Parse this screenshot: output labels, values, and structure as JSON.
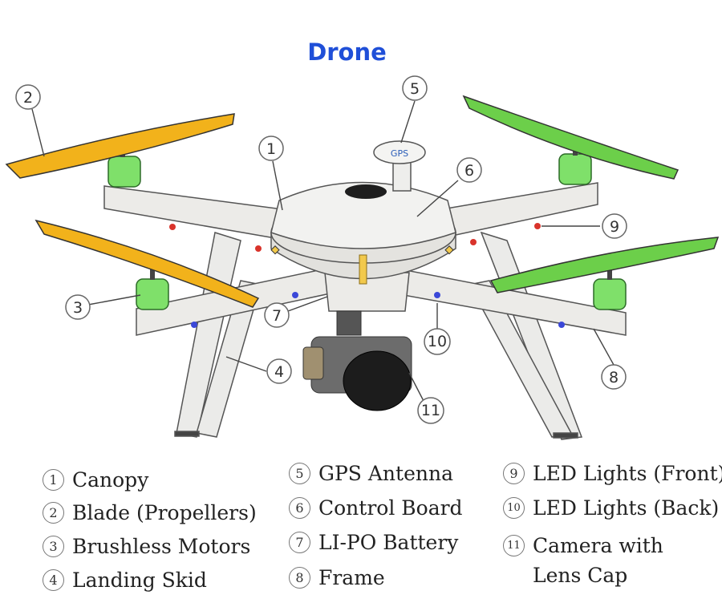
{
  "title": "Drone",
  "gps_label": "GPS",
  "colors": {
    "title": "#1f4fd8",
    "blade_front": "#f2b21b",
    "blade_back": "#6ccf4a",
    "motor": "#7fe06a",
    "frame": "#e6e6e4"
  },
  "callouts": [
    "1",
    "2",
    "3",
    "4",
    "5",
    "6",
    "7",
    "8",
    "9",
    "10",
    "11"
  ],
  "legend": [
    {
      "num": "1",
      "text": "Canopy"
    },
    {
      "num": "2",
      "text": "Blade (Propellers)"
    },
    {
      "num": "3",
      "text": "Brushless Motors"
    },
    {
      "num": "4",
      "text": "Landing Skid"
    },
    {
      "num": "5",
      "text": "GPS Antenna"
    },
    {
      "num": "6",
      "text": "Control Board"
    },
    {
      "num": "7",
      "text": "LI-PO Battery"
    },
    {
      "num": "8",
      "text": "Frame"
    },
    {
      "num": "9",
      "text": "LED Lights (Front)"
    },
    {
      "num": "10",
      "text": "LED Lights (Back)"
    },
    {
      "num": "11",
      "text": "Camera with Lens Cap"
    }
  ]
}
